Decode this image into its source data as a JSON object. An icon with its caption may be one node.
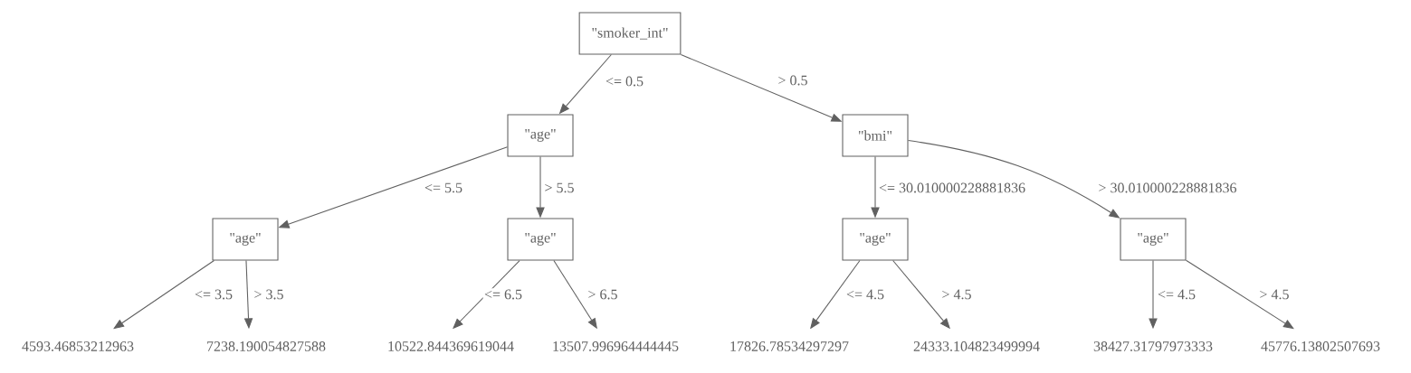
{
  "diagram": {
    "nodes": [
      {
        "text": [
          "\"smoker_int\""
        ]
      },
      {
        "text": [
          "\"age\""
        ]
      },
      {
        "text": [
          "\"bmi\""
        ]
      },
      {
        "text": [
          "\"age\""
        ]
      },
      {
        "text": [
          "\"age\""
        ]
      },
      {
        "text": [
          "\"age\""
        ]
      },
      {
        "text": [
          "\"age\""
        ]
      },
      {
        "text": [
          "4593.46853212963"
        ]
      },
      {
        "text": [
          "7238.190054827588"
        ]
      },
      {
        "text": [
          "10522.844369619044"
        ]
      },
      {
        "text": [
          "13507.996964444445"
        ]
      },
      {
        "text": [
          "17826.78534297297"
        ]
      },
      {
        "text": [
          "24333.104823499994"
        ]
      },
      {
        "text": [
          "38427.31797973333"
        ]
      },
      {
        "text": [
          "45776.13802507693"
        ]
      }
    ],
    "edges": [
      {
        "from": 0,
        "to": 1,
        "arrow": "to",
        "label": "<= 0.5"
      },
      {
        "from": 0,
        "to": 2,
        "arrow": "to",
        "label": "> 0.5"
      },
      {
        "from": 1,
        "to": 3,
        "arrow": "to",
        "label": "<= 5.5"
      },
      {
        "from": 1,
        "to": 4,
        "arrow": "to",
        "label": "> 5.5"
      },
      {
        "from": 2,
        "to": 5,
        "arrow": "to",
        "label": "<= 30.010000228881836"
      },
      {
        "from": 2,
        "to": 6,
        "arrow": "to",
        "label": "> 30.010000228881836"
      },
      {
        "from": 3,
        "to": 7,
        "arrow": "to",
        "label": "<= 3.5"
      },
      {
        "from": 3,
        "to": 8,
        "arrow": "to",
        "label": "> 3.5"
      },
      {
        "from": 4,
        "to": 9,
        "arrow": "to",
        "label": "<= 6.5"
      },
      {
        "from": 4,
        "to": 10,
        "arrow": "to",
        "label": "> 6.5"
      },
      {
        "from": 5,
        "to": 11,
        "arrow": "to",
        "label": "<= 4.5"
      },
      {
        "from": 5,
        "to": 12,
        "arrow": "to",
        "label": "> 4.5"
      },
      {
        "from": 6,
        "to": 13,
        "arrow": "to",
        "label": "<= 4.5"
      },
      {
        "from": 6,
        "to": 14,
        "arrow": "to",
        "label": "> 4.5"
      }
    ]
  }
}
